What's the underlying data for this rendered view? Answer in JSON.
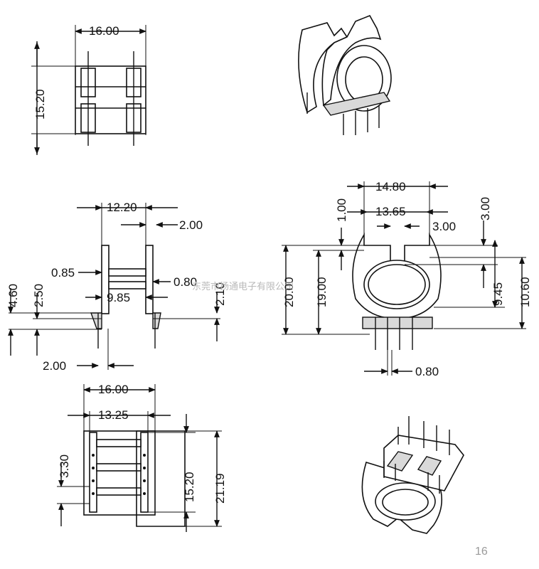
{
  "dimensions": {
    "top_width": "16.00",
    "top_height": "15.20",
    "side_width_top": "12.20",
    "side_flange": "2.00",
    "side_height": "4.60",
    "side_mid": "2.50",
    "side_085": "0.85",
    "side_080": "0.80",
    "side_985": "9.85",
    "side_210": "2.10",
    "side_bottom": "2.00",
    "front_1480": "14.80",
    "front_100": "1.00",
    "front_1365": "13.65",
    "front_300_top": "3.00",
    "front_300_slot": "3.00",
    "front_2000": "20.00",
    "front_1900": "19.00",
    "front_945": "9.45",
    "front_1060": "10.60",
    "front_080": "0.80",
    "bottom_1600": "16.00",
    "bottom_1325": "13.25",
    "bottom_330": "3.30",
    "bottom_1520": "15.20",
    "bottom_2119": "21.19"
  },
  "watermark": "东莞市扬通电子有限公司",
  "page_number": "16"
}
